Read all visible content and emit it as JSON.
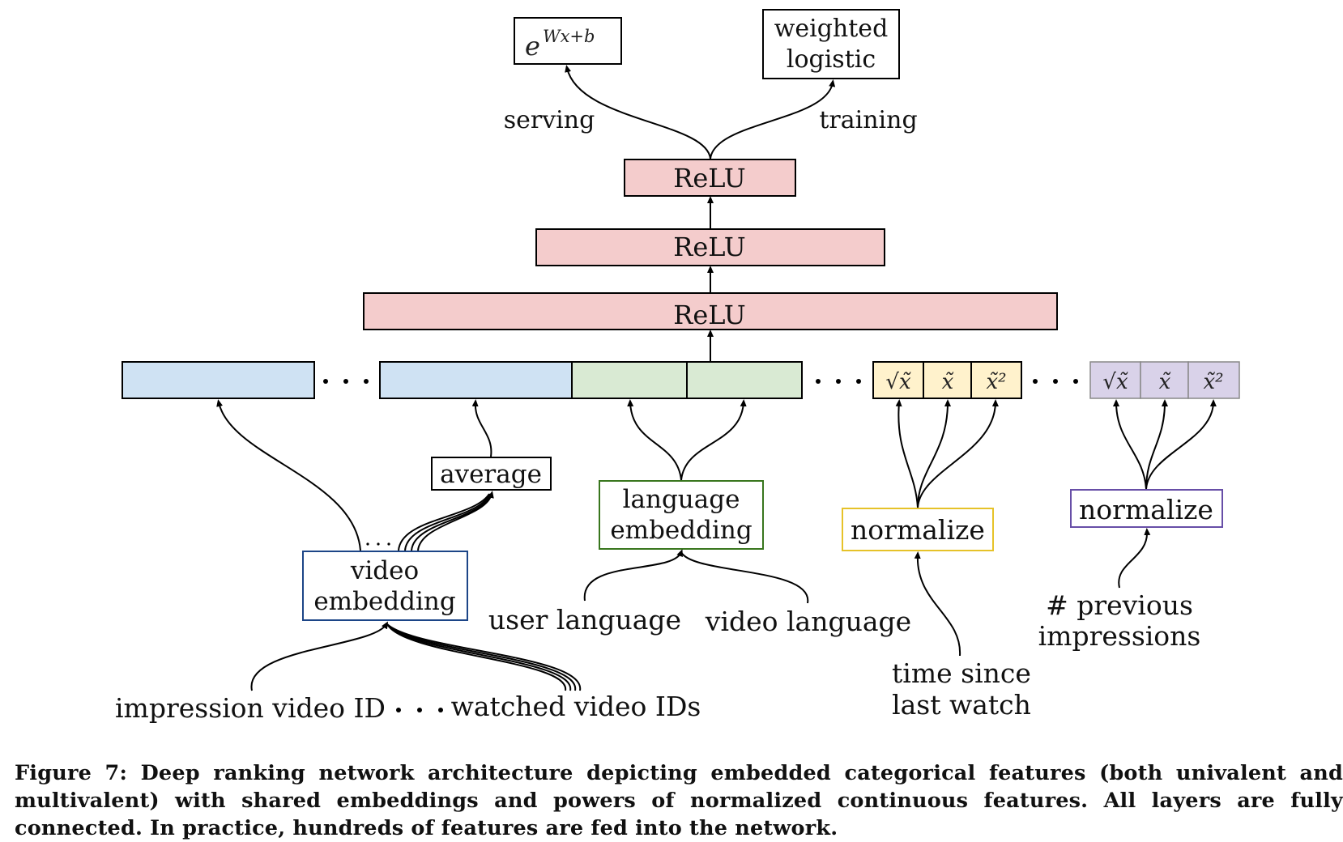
{
  "colors": {
    "relu_fill": "#f4cccc",
    "blue_fill": "#cfe2f3",
    "green_fill": "#d9ead3",
    "yellow_fill": "#fff2cc",
    "purple_fill": "#d9d2e9",
    "video_embedding_border": "#1c4587",
    "language_embedding_border": "#38761d",
    "normalize_yellow_border": "#e6c229",
    "normalize_purple_border": "#674ea7"
  },
  "outputs": {
    "serving_box": {
      "base": "e",
      "exponent": "Wx+b"
    },
    "training_box": {
      "line1": "weighted",
      "line2": "logistic"
    },
    "serving_label": "serving",
    "training_label": "training"
  },
  "layers": {
    "relu_top": "ReLU",
    "relu_middle": "ReLU",
    "relu_bottom": "ReLU"
  },
  "features": {
    "yellow_cells": [
      "√x̃",
      "x̃",
      "x̃²"
    ],
    "purple_cells": [
      "√x̃",
      "x̃",
      "x̃²"
    ]
  },
  "nodes": {
    "average": "average",
    "video_embedding": {
      "line1": "video",
      "line2": "embedding"
    },
    "language_embedding": {
      "line1": "language",
      "line2": "embedding"
    },
    "normalize_yellow": "normalize",
    "normalize_purple": "normalize"
  },
  "inputs": {
    "impression_video_id": "impression video ID",
    "watched_video_ids": "watched video IDs",
    "user_language": "user language",
    "video_language": "video language",
    "time_since_last_watch": {
      "line1": "time since",
      "line2": "last watch"
    },
    "previous_impressions": {
      "line1": "# previous",
      "line2": "impressions"
    }
  },
  "caption": "Figure 7: Deep ranking network architecture depicting embedded categorical features (both univalent and multivalent) with shared embeddings and powers of normalized continuous features. All layers are fully connected. In practice, hundreds of features are fed into the network."
}
